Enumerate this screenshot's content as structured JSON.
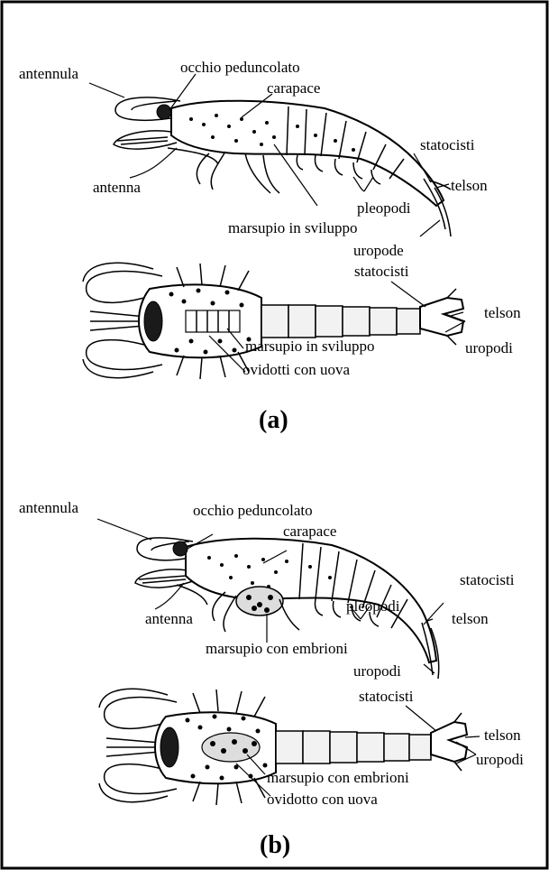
{
  "panel_a": {
    "label": "(a)",
    "side_view": {
      "antennula": "antennula",
      "occhio": "occhio peduncolato",
      "carapace": "carapace",
      "antenna": "antenna",
      "statocisti": "statocisti",
      "telson": "telson",
      "pleopodi": "pleopodi",
      "marsupio": "marsupio in sviluppo",
      "uropode": "uropode"
    },
    "top_view": {
      "statocisti": "statocisti",
      "telson": "telson",
      "uropodi": "uropodi",
      "marsupio": "marsupio in sviluppo",
      "ovidotti": "ovidotti con uova"
    }
  },
  "panel_b": {
    "label": "(b)",
    "side_view": {
      "antennula": "antennula",
      "occhio": "occhio peduncolato",
      "carapace": "carapace",
      "antenna": "antenna",
      "statocisti": "statocisti",
      "pleopodi": "pleopodi",
      "telson": "telson",
      "marsupio": "marsupio con embrioni",
      "uropodi": "uropodi"
    },
    "top_view": {
      "statocisti": "statocisti",
      "telson": "telson",
      "uropodi": "uropodi",
      "marsupio": "marsupio con embrioni",
      "ovidotto": "ovidotto con uova"
    }
  }
}
